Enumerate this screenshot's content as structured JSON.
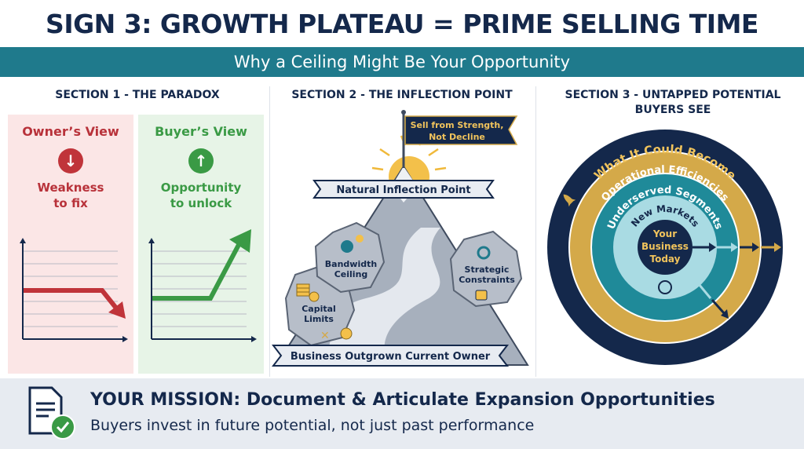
{
  "header": {
    "title": "SIGN 3: GROWTH PLATEAU = PRIME SELLING TIME",
    "subtitle": "Why a Ceiling Might Be Your Opportunity"
  },
  "section1": {
    "heading": "SECTION 1 - THE PARADOX",
    "owner": {
      "title": "Owner’s View",
      "label1": "Weakness",
      "label2": "to fix",
      "icon": "arrow-down-circle-icon"
    },
    "buyer": {
      "title": "Buyer’s View",
      "label1": "Opportunity",
      "label2": "to unlock",
      "icon": "arrow-up-circle-icon"
    }
  },
  "section2": {
    "heading": "SECTION 2 - THE INFLECTION POINT",
    "flag_line1": "Sell from Strength,",
    "flag_line2": "Not Decline",
    "peak_banner": "Natural Inflection Point",
    "rocks": [
      {
        "line1": "Capital",
        "line2": "Limits"
      },
      {
        "line1": "Bandwidth",
        "line2": "Ceiling"
      },
      {
        "line1": "Strategic",
        "line2": "Constraints"
      }
    ],
    "base_banner": "Business Outgrown Current Owner"
  },
  "section3": {
    "heading_line1": "SECTION 3 - UNTAPPED POTENTIAL",
    "heading_line2": "BUYERS SEE",
    "rings": [
      "What It Could Become",
      "Operational Efficiencies",
      "Underserved Segments",
      "New Markets"
    ],
    "center_line1": "Your",
    "center_line2": "Business",
    "center_line3": "Today"
  },
  "footer": {
    "mission": "YOUR MISSION: Document & Articulate Expansion Opportunities",
    "subtitle": "Buyers invest in future potential, not just past performance"
  },
  "colors": {
    "navy": "#14284b",
    "teal": "#1f7a8c",
    "gold": "#d4a949",
    "red": "#c0343a",
    "green": "#3a9a45"
  }
}
